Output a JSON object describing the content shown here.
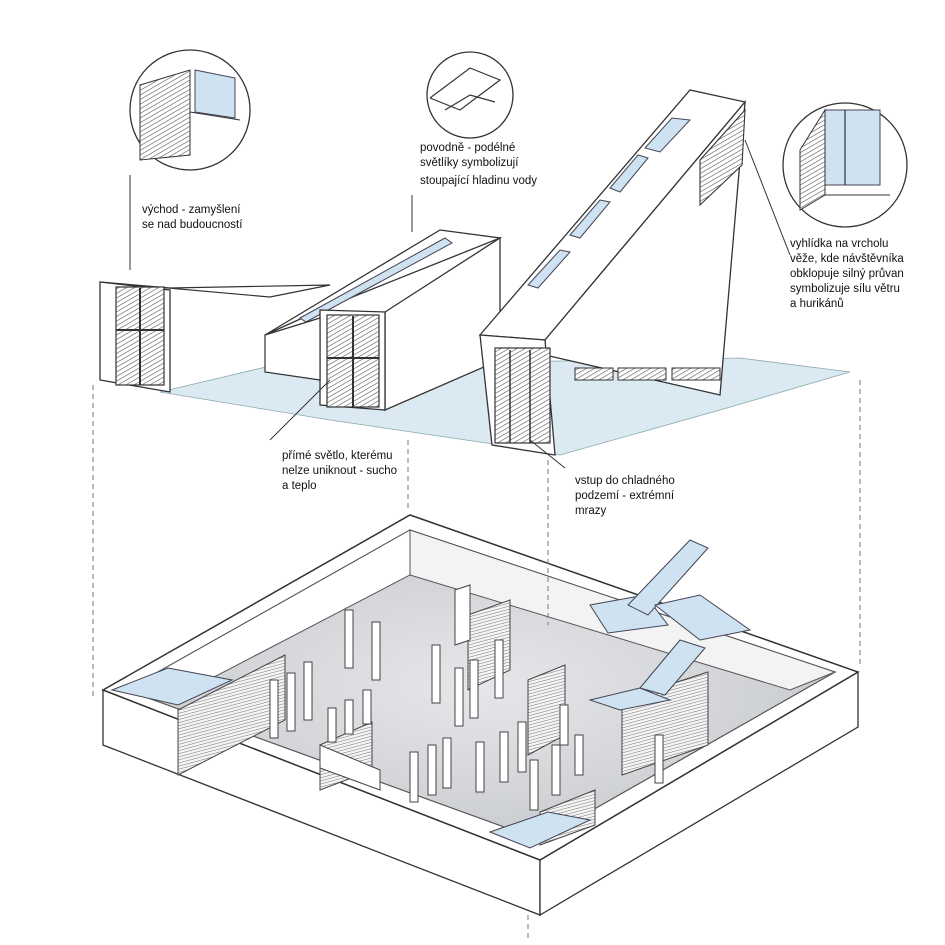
{
  "annotations": {
    "east": "východ - zamyšlení\nse nad budoucností",
    "flood_line1": "povodně - podélné",
    "flood_line2": "světlíky symbolizují",
    "flood_line3": "stoupající hladinu vody",
    "tower": "vyhlídka na vrcholu\nvěže, kde návštěvníka\nobklopuje silný průvan\nsymbolizuje sílu větru\na hurikánů",
    "direct_light": "přímé světlo, kterému\nnelze uniknout - sucho\na teplo",
    "cold": "vstup do chladného\npodzemí - extrémní\nmrazy"
  },
  "colors": {
    "glass": "#cfe2f1",
    "water": "#dbe9f3",
    "floor": "#d6d8dc",
    "wall": "#ffffff",
    "line": "#3a3a3a"
  }
}
